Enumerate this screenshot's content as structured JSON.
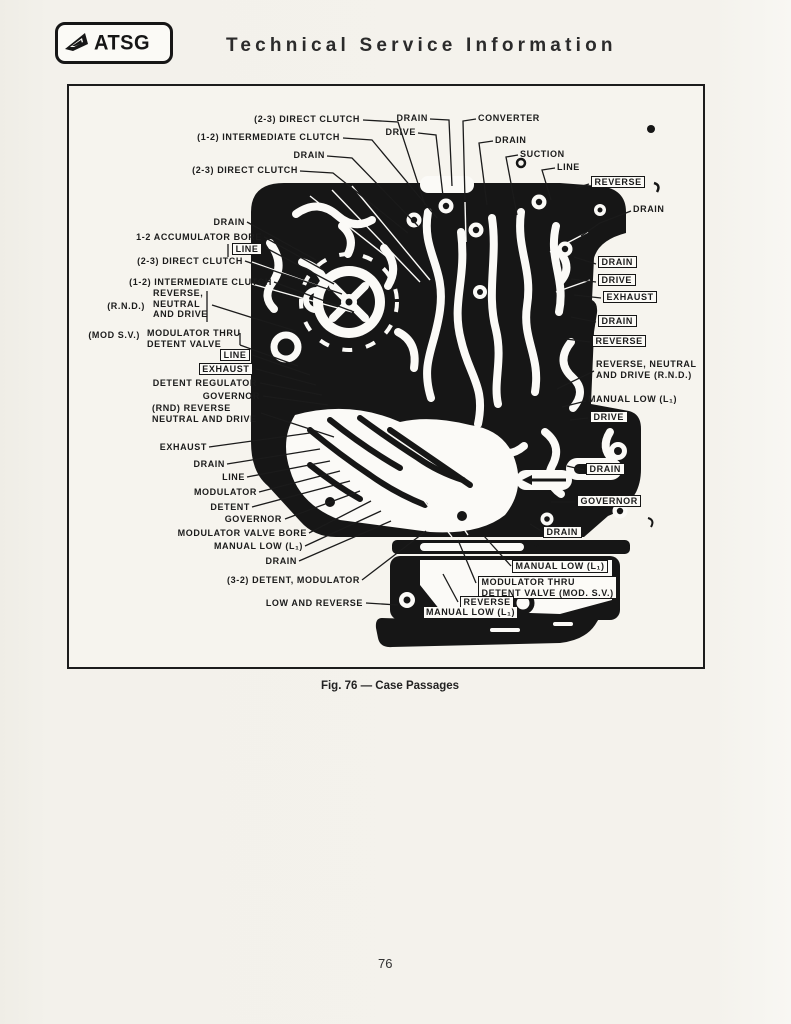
{
  "colors": {
    "ink": "#161616",
    "paper": "#f2f0ea",
    "label_bg": "#fcfbf7"
  },
  "header": {
    "logo_text": "ATSG",
    "title": "Technical Service Information"
  },
  "figure": {
    "caption": "Fig. 76 — Case Passages",
    "labels": [
      {
        "text": "(2-3) DIRECT CLUTCH"
      },
      {
        "text": "(1-2) INTERMEDIATE CLUTCH"
      },
      {
        "text": "DRAIN"
      },
      {
        "text": "(2-3) DIRECT CLUTCH"
      },
      {
        "text": "DRAIN"
      },
      {
        "text": "CONVERTER"
      },
      {
        "text": "DRIVE"
      },
      {
        "text": "DRAIN"
      },
      {
        "text": "SUCTION"
      },
      {
        "text": "LINE"
      },
      {
        "text": "REVERSE"
      },
      {
        "text": "DRAIN"
      },
      {
        "text": "DRAIN"
      },
      {
        "text": "DRIVE"
      },
      {
        "text": "EXHAUST"
      },
      {
        "text": "DRAIN"
      },
      {
        "text": "REVERSE"
      },
      {
        "text": "REVERSE, NEUTRAL\nAND DRIVE (R.N.D.)"
      },
      {
        "text": "MANUAL LOW (L₁)"
      },
      {
        "text": "DRIVE"
      },
      {
        "text": "DRAIN"
      },
      {
        "text": "GOVERNOR"
      },
      {
        "text": "DRAIN"
      },
      {
        "text": "MANUAL LOW (L₁)"
      },
      {
        "text": "MODULATOR THRU\nDETENT VALVE (MOD. S.V.)"
      },
      {
        "text": "REVERSE"
      },
      {
        "text": "MANUAL LOW (L₁)"
      },
      {
        "text": "DRAIN"
      },
      {
        "text": "1-2 ACCUMULATOR BORE"
      },
      {
        "text": "LINE"
      },
      {
        "text": "(2-3) DIRECT CLUTCH"
      },
      {
        "text": "(1-2) INTERMEDIATE CLUTCH"
      },
      {
        "text": "REVERSE,\nNEUTRAL\nAND DRIVE"
      },
      {
        "text": "(R.N.D.)"
      },
      {
        "text": "MODULATOR THRU\nDETENT VALVE"
      },
      {
        "text": "(MOD S.V.)"
      },
      {
        "text": "LINE"
      },
      {
        "text": "EXHAUST"
      },
      {
        "text": "DETENT REGULATOR"
      },
      {
        "text": "GOVERNOR"
      },
      {
        "text": "(RND) REVERSE\nNEUTRAL AND DRIVE"
      },
      {
        "text": "EXHAUST"
      },
      {
        "text": "DRAIN"
      },
      {
        "text": "LINE"
      },
      {
        "text": "MODULATOR"
      },
      {
        "text": "DETENT"
      },
      {
        "text": "GOVERNOR"
      },
      {
        "text": "MODULATOR VALVE BORE"
      },
      {
        "text": "MANUAL LOW (L₁)"
      },
      {
        "text": "DRAIN"
      },
      {
        "text": "(3-2) DETENT, MODULATOR"
      },
      {
        "text": "LOW AND REVERSE"
      }
    ]
  },
  "footer": {
    "page_number": "76"
  }
}
